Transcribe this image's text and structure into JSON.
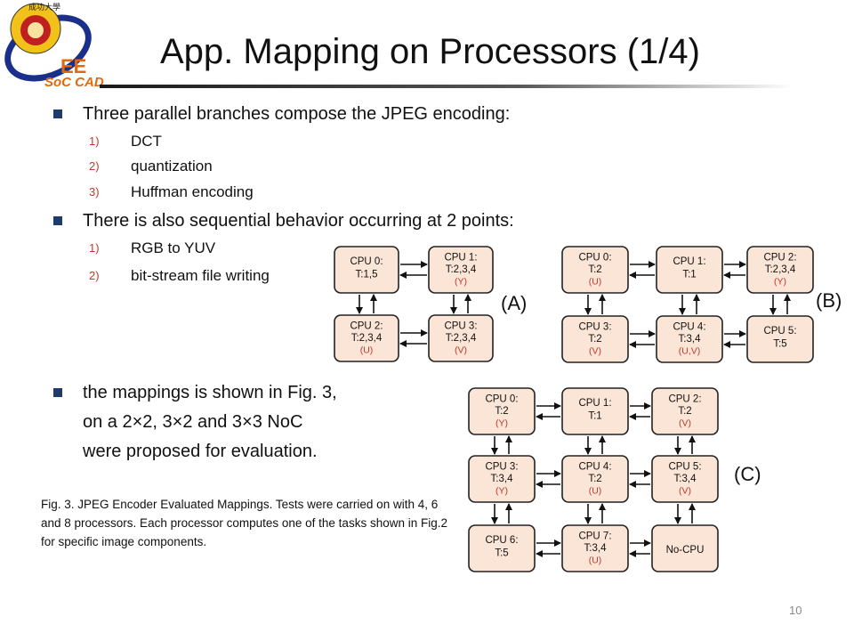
{
  "slide": {
    "title": "App. Mapping on Processors (1/4)",
    "page_number": "10",
    "logo": {
      "top_text": "成功大學",
      "main_text": "EE",
      "sub_text": "SoC CAD"
    }
  },
  "bullets": [
    {
      "text": "Three parallel branches compose the JPEG encoding:",
      "items": [
        {
          "num": "1)",
          "text": "DCT"
        },
        {
          "num": "2)",
          "text": "quantization"
        },
        {
          "num": "3)",
          "text": "Huffman encoding"
        }
      ]
    },
    {
      "text": "There is also sequential behavior occurring at 2 points:",
      "items": [
        {
          "num": "1)",
          "text": "RGB to YUV"
        },
        {
          "num": "2)",
          "text": "bit-stream file writing"
        }
      ]
    },
    {
      "text_lines": [
        "the mappings is shown in Fig. 3,",
        "on a 2×2, 3×2 and 3×3 NoC",
        "were proposed for evaluation."
      ]
    }
  ],
  "caption": "Fig. 3. JPEG Encoder Evaluated Mappings. Tests were carried on with 4, 6 and 8 processors. Each processor computes one of the tasks shown in Fig.2 for specific image components.",
  "diagrams": [
    {
      "label": "(A)",
      "nodes": [
        {
          "cpu": "CPU 0:",
          "task": "T:1,5",
          "comp": ""
        },
        {
          "cpu": "CPU 1:",
          "task": "T:2,3,4",
          "comp": "(Y)"
        },
        {
          "cpu": "CPU 2:",
          "task": "T:2,3,4",
          "comp": "(U)"
        },
        {
          "cpu": "CPU 3:",
          "task": "T:2,3,4",
          "comp": "(V)"
        }
      ]
    },
    {
      "label": "(B)",
      "nodes": [
        {
          "cpu": "CPU 0:",
          "task": "T:2",
          "comp": "(U)"
        },
        {
          "cpu": "CPU 1:",
          "task": "T:1",
          "comp": ""
        },
        {
          "cpu": "CPU 2:",
          "task": "T:2,3,4",
          "comp": "(Y)"
        },
        {
          "cpu": "CPU 3:",
          "task": "T:2",
          "comp": "(V)"
        },
        {
          "cpu": "CPU 4:",
          "task": "T:3,4",
          "comp": "(U,V)"
        },
        {
          "cpu": "CPU 5:",
          "task": "T:5",
          "comp": ""
        }
      ]
    },
    {
      "label": "(C)",
      "nodes": [
        {
          "cpu": "CPU 0:",
          "task": "T:2",
          "comp": "(Y)"
        },
        {
          "cpu": "CPU 1:",
          "task": "T:1",
          "comp": ""
        },
        {
          "cpu": "CPU 2:",
          "task": "T:2",
          "comp": "(V)"
        },
        {
          "cpu": "CPU 3:",
          "task": "T:3,4",
          "comp": "(Y)"
        },
        {
          "cpu": "CPU 4:",
          "task": "T:2",
          "comp": "(U)"
        },
        {
          "cpu": "CPU 5:",
          "task": "T:3,4",
          "comp": "(V)"
        },
        {
          "cpu": "CPU 6:",
          "task": "T:5",
          "comp": ""
        },
        {
          "cpu": "CPU 7:",
          "task": "T:3,4",
          "comp": "(U)"
        },
        {
          "cpu": "No-CPU",
          "task": "",
          "comp": ""
        }
      ]
    }
  ],
  "colors": {
    "node_fill": "#fae5d6",
    "component_text": "#c0392b",
    "bullet": "#1f3b6b",
    "number": "#c0392b"
  }
}
